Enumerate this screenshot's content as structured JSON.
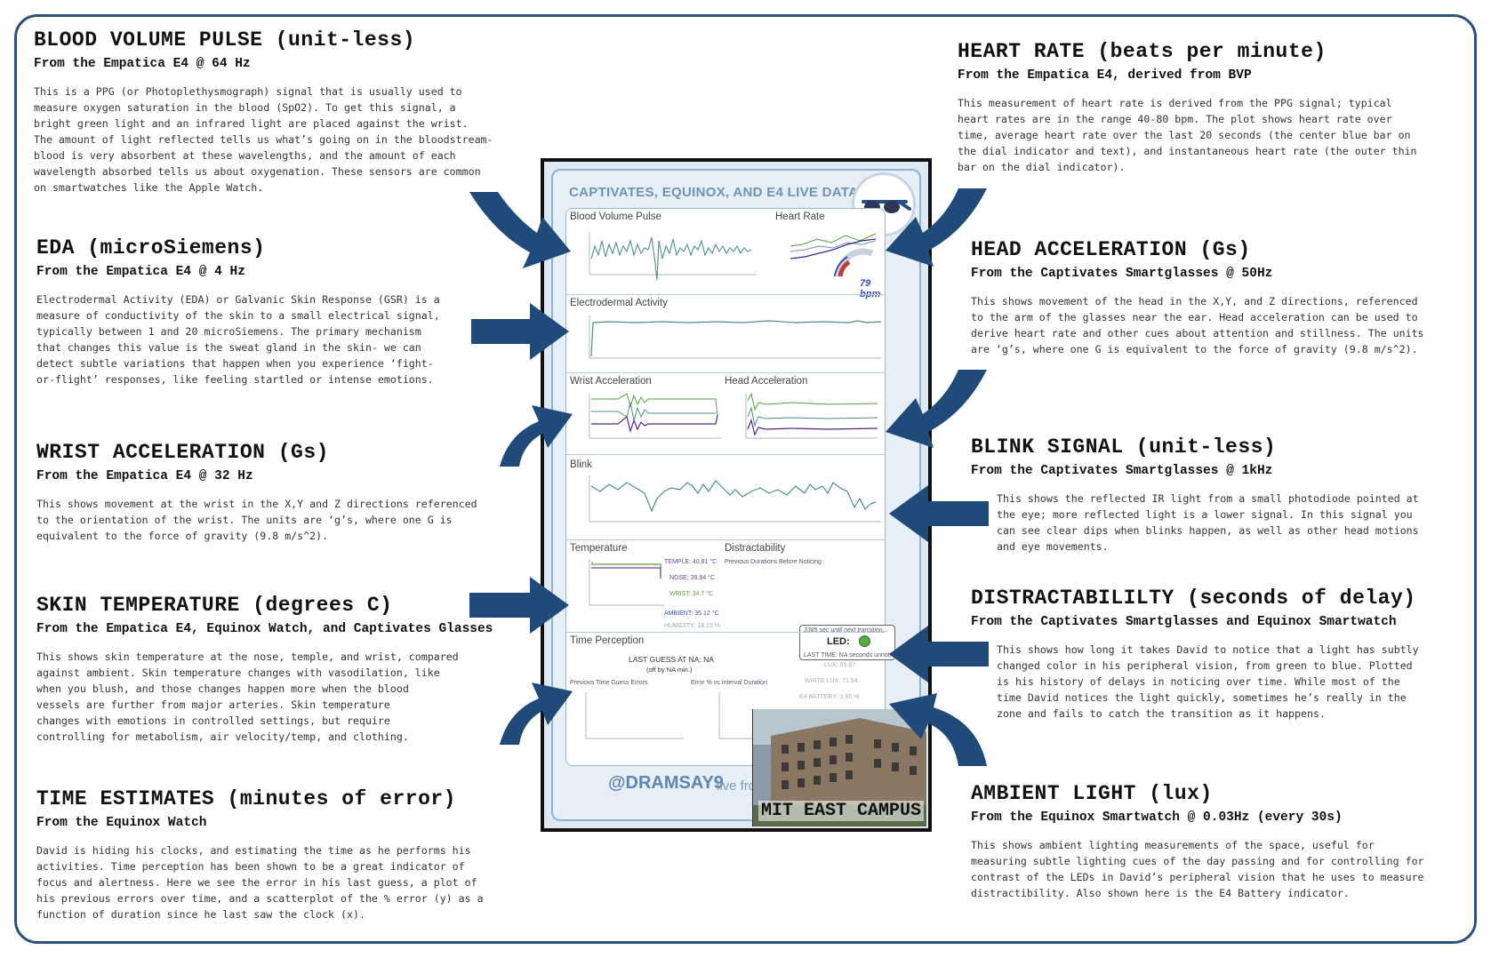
{
  "colors": {
    "frame": "#2d4f7c",
    "arrow": "#1f4a7a",
    "dashboard_bg": "#e7eff6",
    "plot_line": "#4f8f8a",
    "series_green": "#5a9e3e",
    "series_purple": "#4b2a8c"
  },
  "blocks": {
    "bvp": {
      "title": "BLOOD VOLUME PULSE  (unit-less)",
      "source": "From the Empatica E4  @ 64 Hz",
      "text": "This is a PPG (or Photoplethysmograph) signal that is usually used to\nmeasure oxygen saturation in the blood (SpO2).  To get this signal, a\nbright green light and an infrared light are placed against the wrist.\nThe amount of light reflected tells us what’s going on in the bloodstream-\nblood is very absorbent at these wavelengths, and the amount of each\nwavelength absorbed tells us about oxygenation.  These sensors are common\non smartwatches like the Apple Watch."
    },
    "eda": {
      "title": "EDA (microSiemens)",
      "source": "From the Empatica E4  @ 4 Hz",
      "text": "Electrodermal Activity (EDA) or Galvanic Skin Response (GSR) is a\nmeasure of conductivity of the skin to a small electrical signal,\ntypically between 1 and 20 microSiemens.  The primary mechanism\nthat changes this value is the sweat gland in the skin- we can\ndetect subtle variations that happen when you experience ‘fight-\nor-flight’ responses, like feeling startled or intense emotions."
    },
    "wrist": {
      "title": "WRIST ACCELERATION (Gs)",
      "source": "From the Empatica E4  @ 32 Hz",
      "text": "This shows movement at the wrist in the X,Y and Z directions referenced\nto the orientation of the wrist.  The units are ‘g’s, where one G is\nequivalent to the force of gravity (9.8 m/s^2)."
    },
    "skin": {
      "title": "SKIN TEMPERATURE (degrees C)",
      "source": "From the Empatica E4, Equinox Watch, and Captivates Glasses",
      "text": "This shows skin temperature at the nose, temple, and wrist, compared\nagainst ambient.  Skin temperature changes with vasodilation, like\nwhen you blush, and those changes happen more when the blood\nvessels are further from major arteries.  Skin temperature\nchanges with emotions in controlled settings, but require\ncontrolling for metabolism, air velocity/temp, and clothing."
    },
    "time": {
      "title": "TIME ESTIMATES (minutes of error)",
      "source": "From the Equinox Watch",
      "text": "David is hiding his clocks, and estimating the time as he performs his\nactivities.  Time perception has been shown to be a great indicator of\nfocus and alertness.  Here we see the error in his last guess, a plot of\nhis previous errors over time, and a scatterplot of the % error (y) as a\nfunction of duration since he last saw the clock (x)."
    },
    "hr": {
      "title": "HEART RATE (beats per minute)",
      "source": "From the Empatica E4, derived from BVP",
      "text": "This measurement of heart rate is derived from the PPG signal; typical\nheart rates are in the range 40-80 bpm.  The plot shows heart rate over\ntime, average heart rate over the last 20 seconds (the center blue bar on\nthe dial indicator and text), and instantaneous heart rate (the outer thin\nbar on the dial indicator)."
    },
    "head": {
      "title": "HEAD ACCELERATION (Gs)",
      "source": "From the Captivates Smartglasses @ 50Hz",
      "text": "This shows movement of the head in the X,Y, and Z directions, referenced\nto the arm of the glasses near the ear.  Head acceleration can be used to\nderive heart rate and other cues about attention and stillness.  The units\nare ‘g’s, where one G is equivalent to the force of gravity (9.8 m/s^2)."
    },
    "blink": {
      "title": "BLINK SIGNAL (unit-less)",
      "source": "From the Captivates Smartglasses @ 1kHz",
      "text": "This shows the reflected IR light from a small photodiode pointed at\nthe eye; more reflected light is a lower signal.  In this signal you\ncan see clear dips when blinks happen, as well as other head motions\nand eye movements."
    },
    "distract": {
      "title": "DISTRACTABILILTY (seconds of delay)",
      "source": "From the Captivates Smartglasses and Equinox Smartwatch",
      "text": "This shows how long it takes David to notice that a light has subtly\nchanged color in his peripheral vision, from green to blue.  Plotted\nis his history of delays in noticing over time.  While most of the\ntime David notices the light quickly, sometimes he’s really in the\nzone and fails to catch the transition as it happens."
    },
    "ambient": {
      "title": "AMBIENT LIGHT (lux)",
      "source": "From the Equinox Smartwatch @ 0.03Hz (every 30s)",
      "text": "This shows ambient lighting measurements of the space, useful for\nmeasuring subtle lighting cues of the day passing and for controlling for\ncontrast of the LEDs in David’s peripheral vision that he uses to measure\ndistractibility.  Also shown here is the E4 Battery indicator."
    }
  },
  "dashboard": {
    "title": "CAPTIVATES, EQUINOX, AND E4 LIVE DATA",
    "panels": {
      "bvp": "Blood Volume Pulse",
      "hr": "Heart Rate",
      "eda": "Electrodermal Activity",
      "wrist": "Wrist Acceleration",
      "head": "Head Acceleration",
      "blink": "Blink",
      "temp": "Temperature",
      "distract": "Distractability",
      "time": "Time Perception"
    },
    "hr_value": "79 bpm",
    "temps": {
      "temple": "TEMPLE:  40.81 °C",
      "nose": "NOSE:  39.84 °C",
      "wrist": "WRIST:  34.7 °C",
      "ambient": "AMBIENT: 35.12 °C",
      "humidity": "HUMIDITY: 18.15 %"
    },
    "distract_sub": "Previous Durations Before Noticing",
    "led_note": "3385 sec until next transition...",
    "led_label": "LED:",
    "led_last": "LAST TIME: NA seconds unnoticed",
    "last_guess": "LAST GUESS AT NA: NA",
    "last_guess_sub": "(off by NA min.)",
    "time_sub_left": "Previous Time Guess Errors",
    "time_sub_right": "Error % vs Interval Duration",
    "lux": "LUX: 55.87",
    "white_lux": "WHITE LUX: 71.54",
    "battery": "E4 BATTERY: 0.95 %",
    "handle": "@DRAMSAY9",
    "live_from": "live from",
    "campus": "MIT EAST CAMPUS"
  }
}
